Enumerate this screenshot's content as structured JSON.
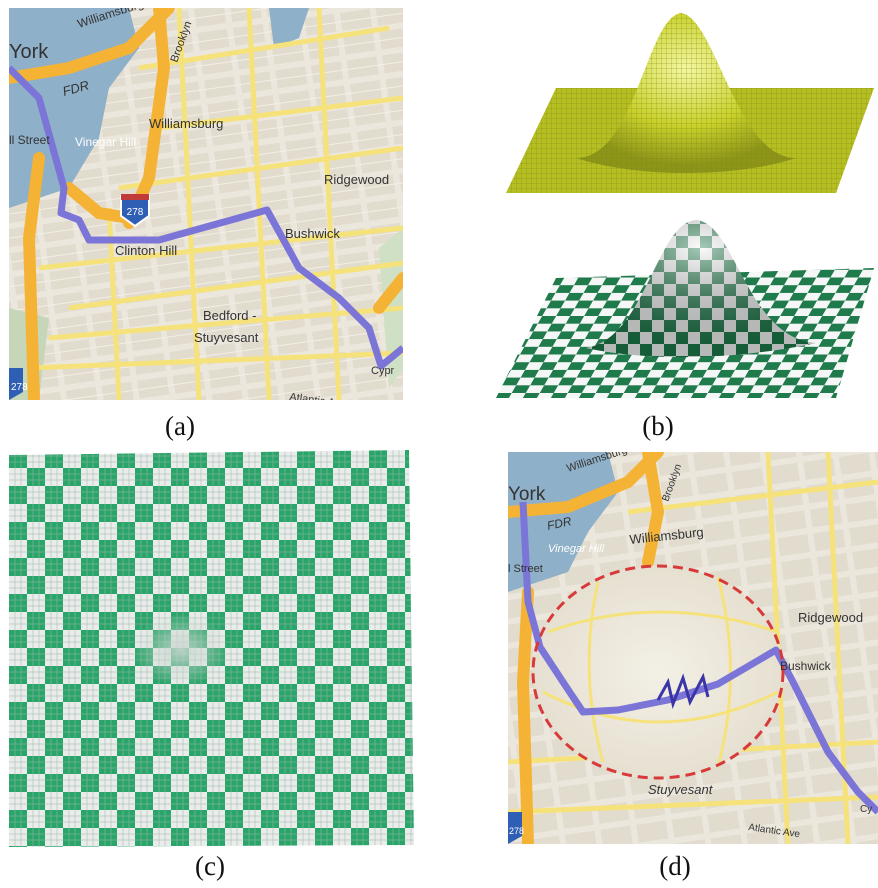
{
  "captions": {
    "a": "(a)",
    "b": "(b)",
    "c": "(c)",
    "d": "(d)"
  },
  "colors": {
    "map_background": "#ece7dd",
    "map_block": "#d9d3c4",
    "highway": "#f5b335",
    "street": "#f6e27a",
    "water": "#8fb0c9",
    "route": "#7a75d6",
    "surface_yellow": "#c8d12a",
    "checker_green": "#1f7a4c",
    "checker_white": "#f4f7f5",
    "grid_green": "#2aa56a",
    "ellipse": "#d83a3a"
  },
  "map_a": {
    "labels": {
      "york": "York",
      "ford": "FDR",
      "wburg_bridge": "Williamsburg Bridge",
      "brooklyn": "Brooklyn",
      "wall_street": "ll Street",
      "vinegar_hill": "Vinegar Hill",
      "williamsburg": "Williamsburg",
      "ridgewood": "Ridgewood",
      "i278": "278",
      "bushwick": "Bushwick",
      "clinton_hill": "Clinton Hill",
      "bedford": "Bedford -",
      "stuyvesant": "Stuyvesant",
      "atlantic": "Atlantic Ave",
      "cypress": "Cypr",
      "i278b": "278"
    }
  },
  "map_d": {
    "labels": {
      "york": "York",
      "ford": "FDR",
      "wburg_bridge": "Williamsburg Bridge",
      "brooklyn": "Brooklyn",
      "wall_street": "l Street",
      "vinegar_hill": "Vinegar Hill",
      "williamsburg": "Williamsburg",
      "ridgewood": "Ridgewood",
      "bushwick": "Bushwick",
      "stuyvesant": "Stuyvesant",
      "atlantic": "Atlantic Ave",
      "cypress": "Cy",
      "i278": "278"
    }
  }
}
